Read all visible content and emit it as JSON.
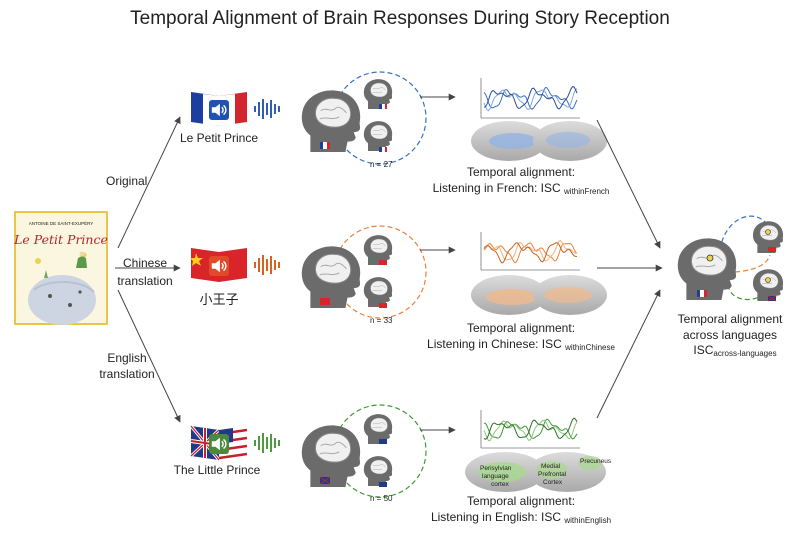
{
  "title": "Temporal Alignment of Brain Responses During Story Reception",
  "cover": {
    "author": "ANTOINE DE SAINT-EXUPÉRY",
    "book_title": "Le Petit Prince"
  },
  "branches": {
    "original": "Original",
    "chinese": [
      "Chinese",
      "translation"
    ],
    "english": [
      "English",
      "translation"
    ]
  },
  "rows": [
    {
      "book_label": "Le Petit Prince",
      "n": "n = 27",
      "caption1": "Temporal alignment:",
      "caption2": "Listening in French: ISC",
      "caption_sub": "withinFrench",
      "color": "#3a6fc4"
    },
    {
      "book_label": "小王子",
      "n": "n = 33",
      "caption1": "Temporal alignment:",
      "caption2": "Listening in Chinese: ISC",
      "caption_sub": "withinChinese",
      "color": "#e8823a"
    },
    {
      "book_label": "The Little Prince",
      "n": "n = 50",
      "caption1": "Temporal alignment:",
      "caption2": "Listening in English: ISC",
      "caption_sub": "withinEnglish",
      "color": "#3f9a3a"
    }
  ],
  "brain_labels": {
    "perisylvian": [
      "Perisylvian",
      "language",
      "cortex"
    ],
    "medial": [
      "Medial",
      "Prefrontal",
      "Cortex"
    ],
    "precuneus": "Precuneus"
  },
  "result": {
    "line1": "Temporal alignment",
    "line2": "across languages",
    "isc": "ISC",
    "isc_sub": "across-languages"
  }
}
